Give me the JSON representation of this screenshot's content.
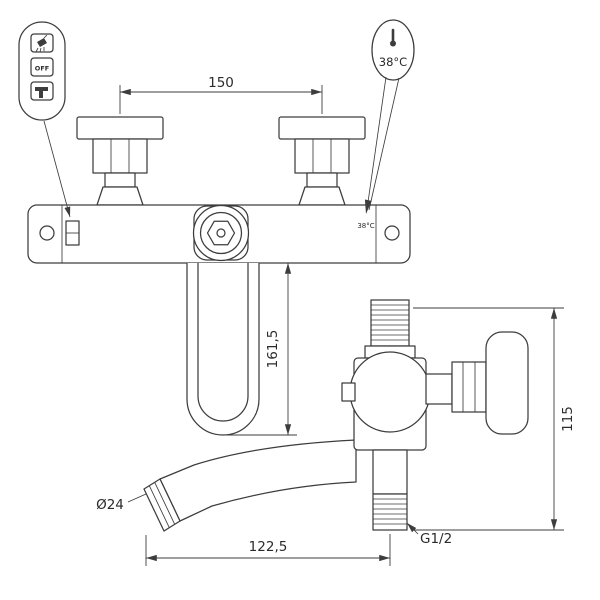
{
  "drawing": {
    "front_view": {
      "dim_connection_centers": "150",
      "dim_spout_height": "161,5",
      "temp_marking": "38°C"
    },
    "side_view": {
      "dim_height": "115",
      "dim_reach": "122,5",
      "aerator_diameter": "Ø24",
      "outlet_thread": "G1/2"
    },
    "callouts": {
      "temperature": "38°C",
      "off": "OFF"
    },
    "colors": {
      "line": "#3d3d3d",
      "text": "#2b2b2b",
      "background": "#ffffff"
    }
  }
}
